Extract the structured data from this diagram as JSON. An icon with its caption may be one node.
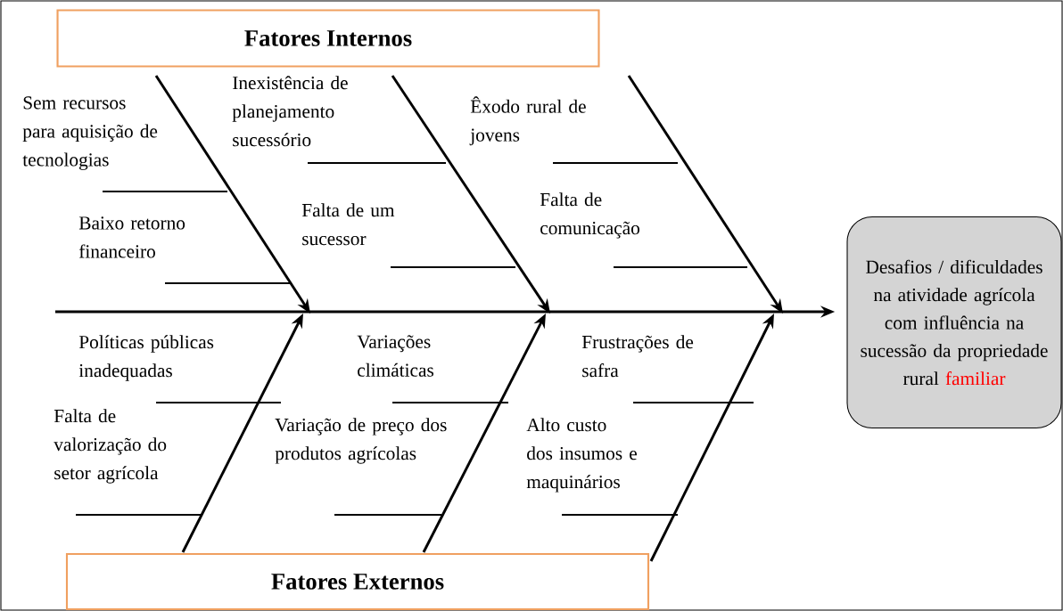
{
  "diagram": {
    "nodes": [
      {
        "text": [
          "Fatores Internos"
        ]
      },
      {
        "text": [
          "Fatores Externos"
        ]
      },
      {
        "text": [
          "Desafios / dificuldades na atividade agrícola com influência na sucessão da propriedade rural",
          "familiar"
        ]
      }
    ],
    "edges": [
      {
        "from": null,
        "to": 2,
        "arrow": "to"
      }
    ],
    "labels": [
      "Sem recursos para aquisição de tecnologias",
      "Inexistência de planejamento sucessório",
      "Êxodo rural de jovens",
      "Baixo retorno financeiro",
      "Falta de um sucessor",
      "Falta de comunicação",
      "Políticas públicas inadequadas",
      "Variações climáticas",
      "Frustrações de safra",
      "Falta de valorização do setor agrícola",
      "Variação de preço dos produtos agrícolas",
      "Alto custo dos insumos e maquinários"
    ]
  }
}
